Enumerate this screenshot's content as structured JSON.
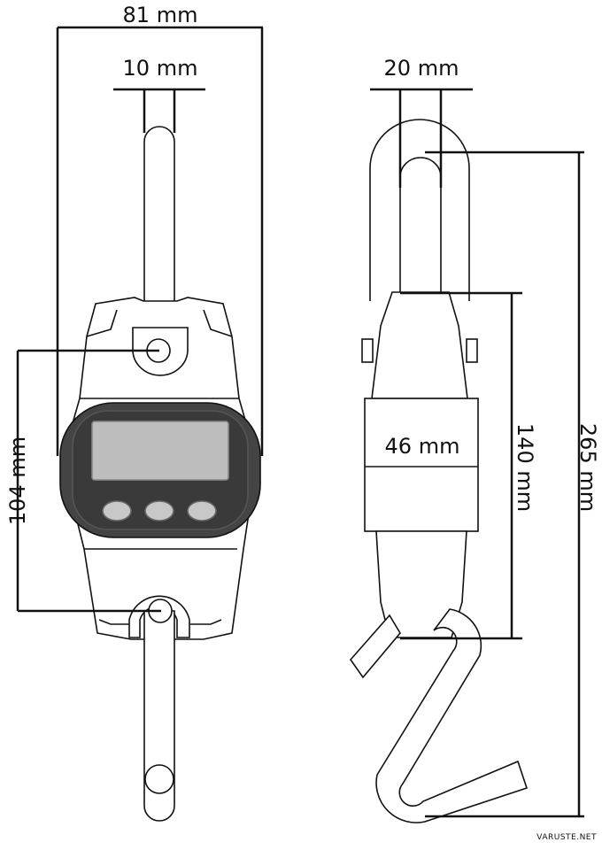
{
  "diagram": {
    "dimensions": {
      "width_total": "81 mm",
      "hook_width": "10 mm",
      "side_hook_width": "20 mm",
      "body_depth": "46 mm",
      "hole_spacing": "104 mm",
      "body_height": "140 mm",
      "total_height": "265 mm"
    },
    "watermark": "VARUSTE.NET"
  },
  "colors": {
    "line": "#111111",
    "fill": "#ffffff",
    "display": "#444444",
    "screen": "#bfbfbf",
    "button": "#c8c8c8"
  }
}
